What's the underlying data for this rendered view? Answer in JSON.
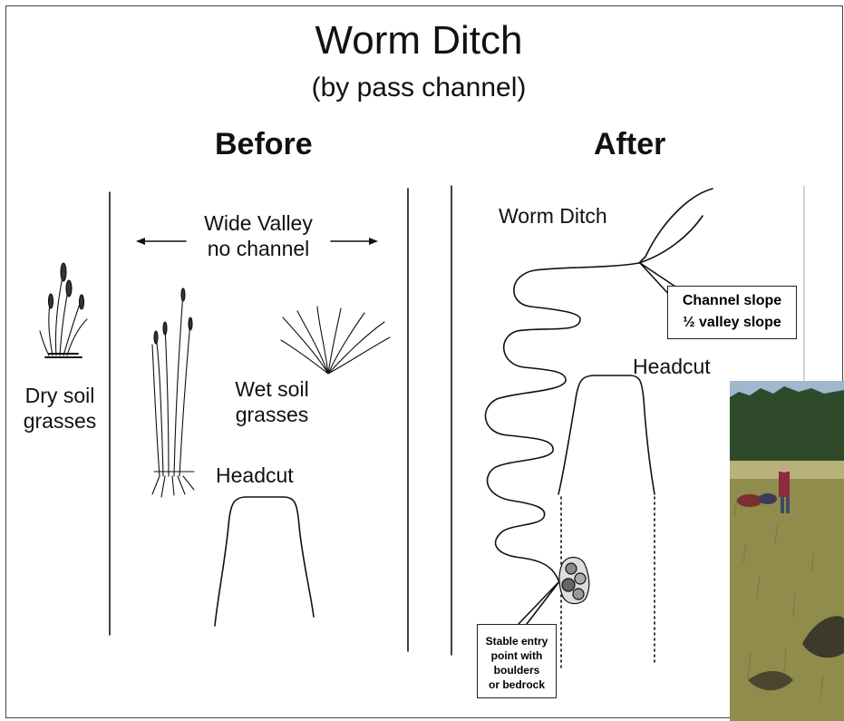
{
  "title": "Worm Ditch",
  "subtitle": "(by pass channel)",
  "before": {
    "heading": "Before",
    "valley_label_line1": "Wide Valley",
    "valley_label_line2": "no channel",
    "dry_soil_line1": "Dry soil",
    "dry_soil_line2": "grasses",
    "wet_soil_line1": "Wet soil",
    "wet_soil_line2": "grasses",
    "headcut_label": "Headcut"
  },
  "after": {
    "heading": "After",
    "worm_ditch_label": "Worm Ditch",
    "headcut_label": "Headcut",
    "slope_box_line1": "Channel slope",
    "slope_box_line2": "½ valley slope",
    "entry_box_line1": "Stable entry",
    "entry_box_line2": "point with",
    "entry_box_line3": "boulders",
    "entry_box_line4": "or bedrock"
  },
  "colors": {
    "line": "#111111",
    "photo_sky": "#9fb7cf",
    "photo_forest": "#2f4a2a",
    "photo_meadow": "#8c8a4a"
  }
}
